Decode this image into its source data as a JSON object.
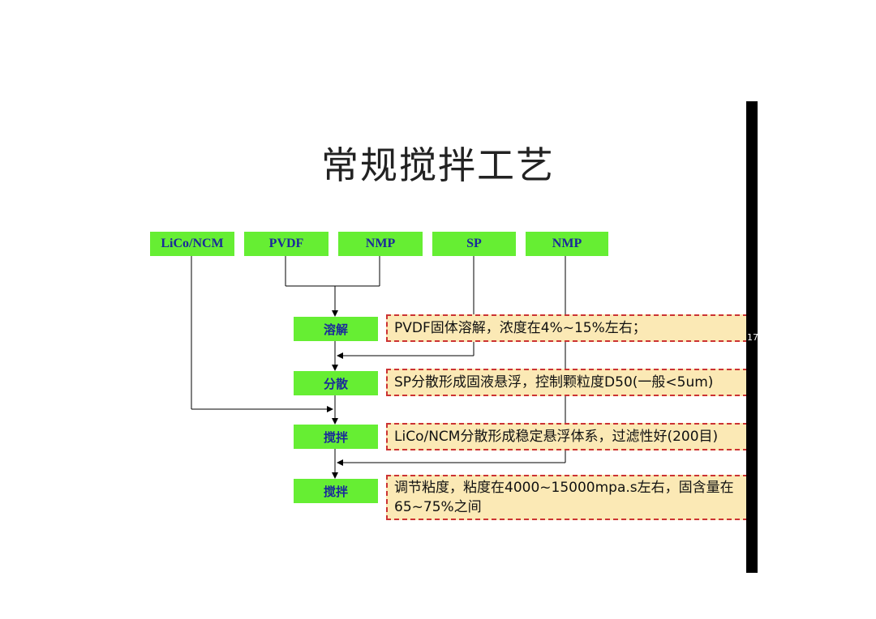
{
  "title": "常规搅拌工艺",
  "inputs": [
    "LiCo/NCM",
    "PVDF",
    "NMP",
    "SP",
    "NMP"
  ],
  "steps": [
    "溶解",
    "分散",
    "搅拌",
    "搅拌"
  ],
  "notes": [
    "PVDF固体溶解，浓度在4%~15%左右；",
    "SP分散形成固液悬浮，控制颗粒度D50(一般<5um)",
    "LiCo/NCM分散形成稳定悬浮体系，过滤性好(200目)",
    "调节粘度，粘度在4000~15000mpa.s左右，固含量在65~75%之间"
  ],
  "page_number": "17",
  "colors": {
    "box_fill": "#66ee33",
    "box_text": "#1a2a9a",
    "note_fill": "#fbe9b5",
    "note_border": "#cc3333"
  }
}
